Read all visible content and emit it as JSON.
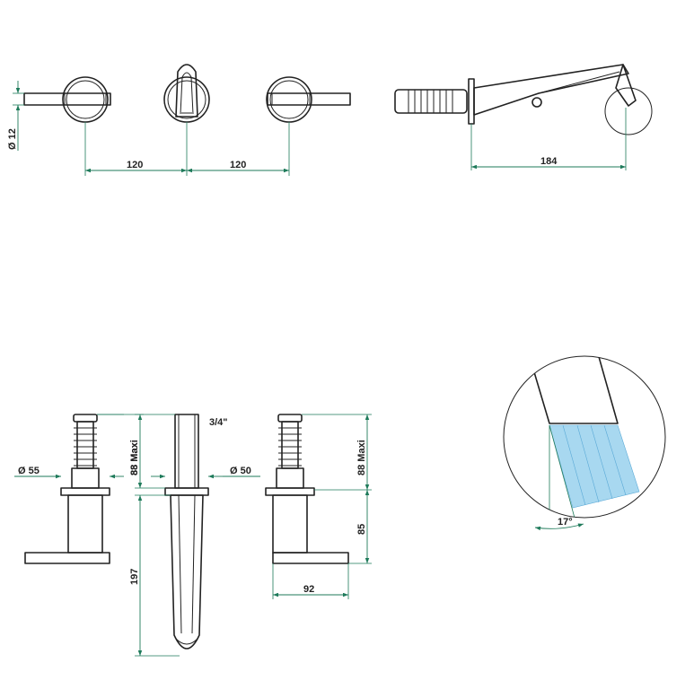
{
  "dimensions": {
    "top_dia": "Ø 12",
    "spacing_left": "120",
    "spacing_right": "120",
    "spout_reach": "184",
    "handle_dia": "Ø 55",
    "spout_dia": "Ø 50",
    "max_left": "88 Maxi",
    "max_mid": "88 Maxi",
    "max_right": "88 Maxi",
    "spout_length": "197",
    "body_height": "85",
    "handle_length": "92",
    "thread": "3/4\"",
    "angle": "17°"
  },
  "colors": {
    "dimension": "#1e7a5a",
    "object": "#222222",
    "water": "#a8d8f0"
  }
}
